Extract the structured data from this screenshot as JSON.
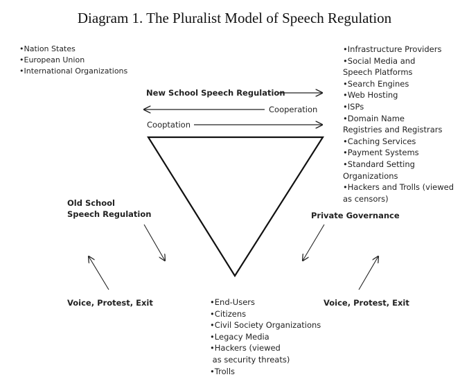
{
  "title": "Diagram 1. The Pluralist Model of Speech Regulation",
  "nation_states": [
    "•Nation States",
    "•European Union",
    "•International Organizations"
  ],
  "infrastructure": [
    "•Infrastructure Providers",
    "•Social Media and",
    "Speech Platforms",
    "•Search Engines",
    "•Web Hosting",
    "•ISPs",
    "•Domain Name",
    "Registries and Registrars",
    "•Caching Services",
    "•Payment Systems",
    "•Standard Setting",
    "Organizations",
    "•Hackers and Trolls (viewed",
    "as censors)"
  ],
  "end_users": [
    "•End-Users",
    "•Citizens",
    "•Civil Society Organizations",
    "•Legacy Media",
    "•Hackers (viewed",
    " as security threats)",
    "•Trolls"
  ],
  "arrows": {
    "new_school": "New School Speech Regulation",
    "cooperation": "Cooperation",
    "cooptation": "Cooptation"
  },
  "labels": {
    "old_school_line1": "Old School",
    "old_school_line2": "Speech Regulation",
    "private_governance": "Private Governance",
    "voice_left": "Voice, Protest, Exit",
    "voice_right": "Voice, Protest, Exit"
  }
}
